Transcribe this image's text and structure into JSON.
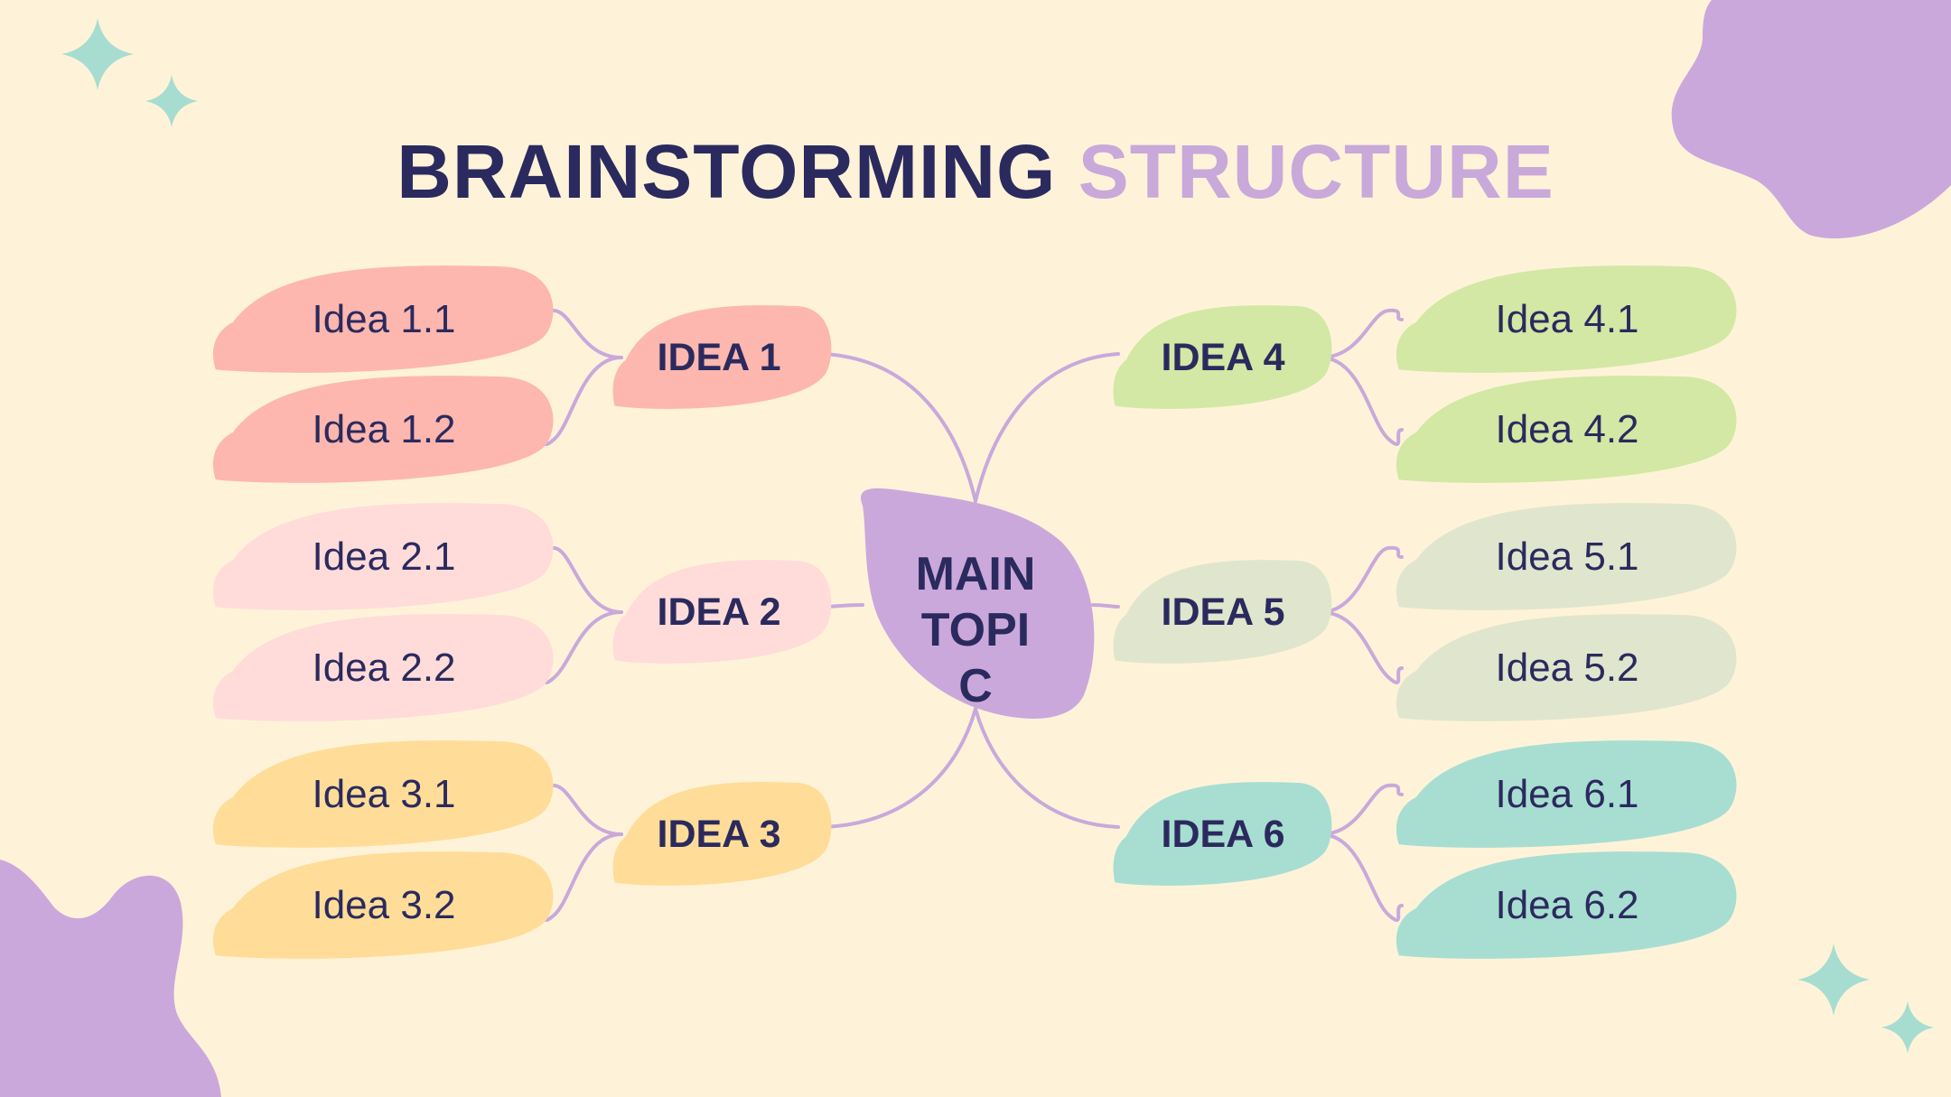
{
  "title": {
    "part1": "BRAINSTORMING",
    "part2": "STRUCTURE"
  },
  "colors": {
    "background": "#FEF3D9",
    "title_dark": "#2B2A5E",
    "title_light": "#C8A9DA",
    "main_topic": "#CBA8DB",
    "connector": "#C9A9DB",
    "decor_blob": "#CBA8DB",
    "sparkle": "#A7DDD0"
  },
  "main_topic": {
    "label": "MAIN TOPIC",
    "lines": [
      "MAIN",
      "TOPI",
      "C"
    ]
  },
  "ideas": [
    {
      "label": "IDEA 1",
      "color": "#FDB7AE",
      "side": "left",
      "subs": [
        "Idea 1.1",
        "Idea 1.2"
      ]
    },
    {
      "label": "IDEA 2",
      "color": "#FFDCD9",
      "side": "left",
      "subs": [
        "Idea 2.1",
        "Idea 2.2"
      ]
    },
    {
      "label": "IDEA 3",
      "color": "#FFDD98",
      "side": "left",
      "subs": [
        "Idea 3.1",
        "Idea 3.2"
      ]
    },
    {
      "label": "IDEA 4",
      "color": "#D2E8A4",
      "side": "right",
      "subs": [
        "Idea 4.1",
        "Idea 4.2"
      ]
    },
    {
      "label": "IDEA 5",
      "color": "#E0E6CD",
      "side": "right",
      "subs": [
        "Idea 5.1",
        "Idea 5.2"
      ]
    },
    {
      "label": "IDEA 6",
      "color": "#A7DED1",
      "side": "right",
      "subs": [
        "Idea 6.1",
        "Idea 6.2"
      ]
    }
  ]
}
